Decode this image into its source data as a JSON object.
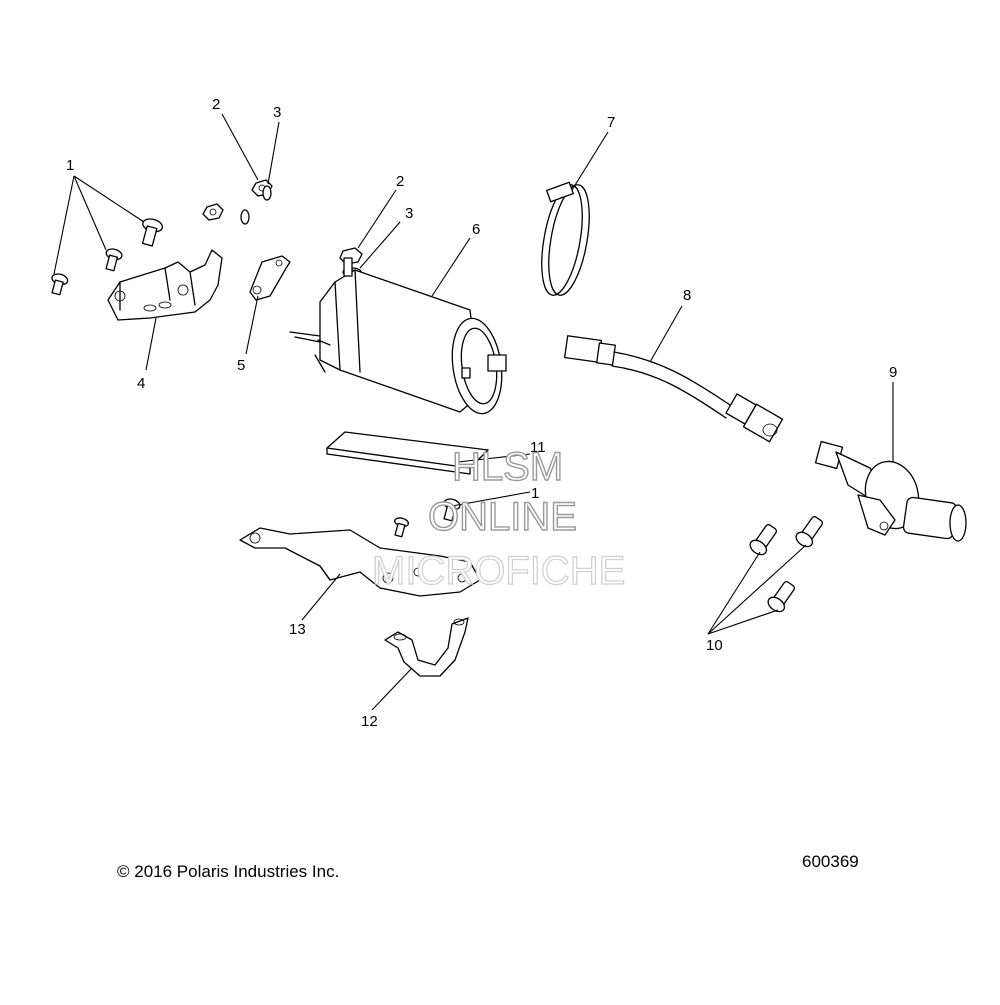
{
  "callouts": [
    "1",
    "2",
    "3",
    "1",
    "2",
    "3",
    "4",
    "5",
    "6",
    "7",
    "8",
    "9",
    "10",
    "11",
    "12",
    "13"
  ],
  "watermark": {
    "line1": "HLSM",
    "line2": "ONLINE",
    "line3": "MICROFICHE"
  },
  "copyright": "© 2016 Polaris Industries Inc.",
  "figure_number": "600369"
}
